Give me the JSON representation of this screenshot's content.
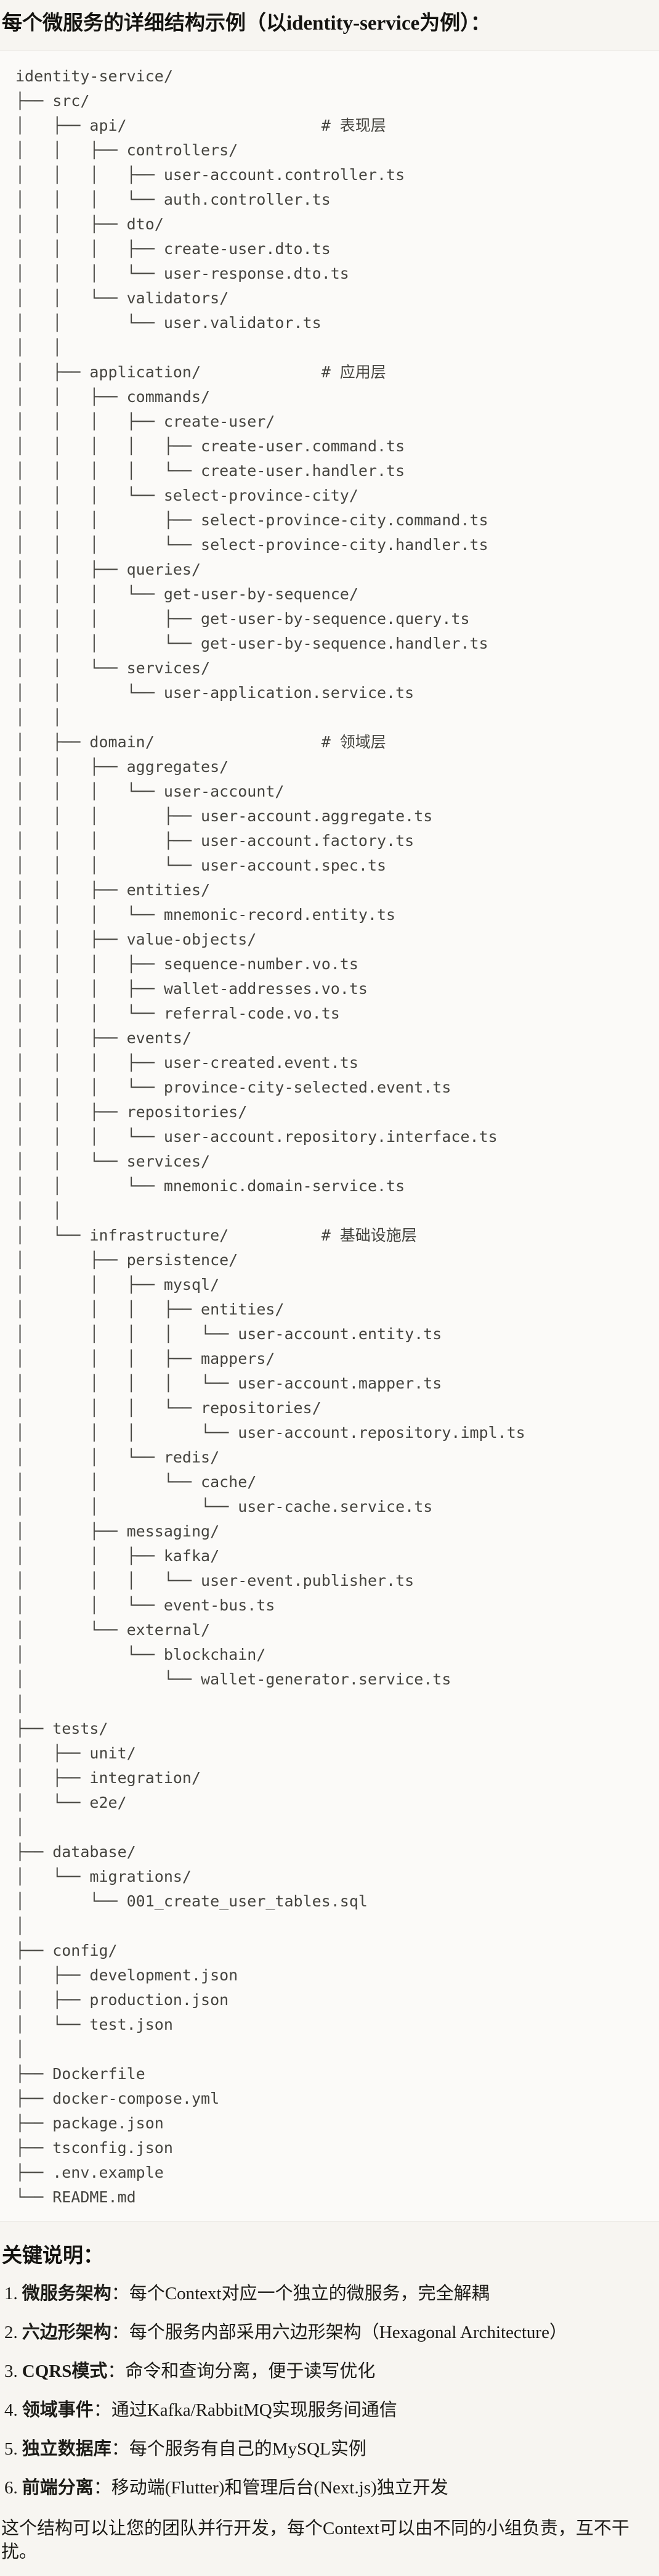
{
  "page": {
    "title": "每个微服务的详细结构示例（以identity-service为例）：",
    "keynotes_heading": "关键说明：",
    "closing_note": "这个结构可以让您的团队并行开发，每个Context可以由不同的小组负责，互不干扰。"
  },
  "colors": {
    "page_bg": "#f7f5f1",
    "code_bg": "#fbfaf8",
    "code_border": "#e5e3df",
    "code_text": "#45443f",
    "body_text": "#1c1b17"
  },
  "code_block": {
    "content_type": "directory-tree",
    "tree_lines": [
      "identity-service/",
      "├── src/",
      "│   ├── api/                     # 表现层",
      "│   │   ├── controllers/",
      "│   │   │   ├── user-account.controller.ts",
      "│   │   │   └── auth.controller.ts",
      "│   │   ├── dto/",
      "│   │   │   ├── create-user.dto.ts",
      "│   │   │   └── user-response.dto.ts",
      "│   │   └── validators/",
      "│   │       └── user.validator.ts",
      "│   │",
      "│   ├── application/             # 应用层",
      "│   │   ├── commands/",
      "│   │   │   ├── create-user/",
      "│   │   │   │   ├── create-user.command.ts",
      "│   │   │   │   └── create-user.handler.ts",
      "│   │   │   └── select-province-city/",
      "│   │   │       ├── select-province-city.command.ts",
      "│   │   │       └── select-province-city.handler.ts",
      "│   │   ├── queries/",
      "│   │   │   └── get-user-by-sequence/",
      "│   │   │       ├── get-user-by-sequence.query.ts",
      "│   │   │       └── get-user-by-sequence.handler.ts",
      "│   │   └── services/",
      "│   │       └── user-application.service.ts",
      "│   │",
      "│   ├── domain/                  # 领域层",
      "│   │   ├── aggregates/",
      "│   │   │   └── user-account/",
      "│   │   │       ├── user-account.aggregate.ts",
      "│   │   │       ├── user-account.factory.ts",
      "│   │   │       └── user-account.spec.ts",
      "│   │   ├── entities/",
      "│   │   │   └── mnemonic-record.entity.ts",
      "│   │   ├── value-objects/",
      "│   │   │   ├── sequence-number.vo.ts",
      "│   │   │   ├── wallet-addresses.vo.ts",
      "│   │   │   └── referral-code.vo.ts",
      "│   │   ├── events/",
      "│   │   │   ├── user-created.event.ts",
      "│   │   │   └── province-city-selected.event.ts",
      "│   │   ├── repositories/",
      "│   │   │   └── user-account.repository.interface.ts",
      "│   │   └── services/",
      "│   │       └── mnemonic.domain-service.ts",
      "│   │",
      "│   └── infrastructure/          # 基础设施层",
      "│       ├── persistence/",
      "│       │   ├── mysql/",
      "│       │   │   ├── entities/",
      "│       │   │   │   └── user-account.entity.ts",
      "│       │   │   ├── mappers/",
      "│       │   │   │   └── user-account.mapper.ts",
      "│       │   │   └── repositories/",
      "│       │   │       └── user-account.repository.impl.ts",
      "│       │   └── redis/",
      "│       │       └── cache/",
      "│       │           └── user-cache.service.ts",
      "│       ├── messaging/",
      "│       │   ├── kafka/",
      "│       │   │   └── user-event.publisher.ts",
      "│       │   └── event-bus.ts",
      "│       └── external/",
      "│           └── blockchain/",
      "│               └── wallet-generator.service.ts",
      "│",
      "├── tests/",
      "│   ├── unit/",
      "│   ├── integration/",
      "│   └── e2e/",
      "│",
      "├── database/",
      "│   └── migrations/",
      "│       └── 001_create_user_tables.sql",
      "│",
      "├── config/",
      "│   ├── development.json",
      "│   ├── production.json",
      "│   └── test.json",
      "│",
      "├── Dockerfile",
      "├── docker-compose.yml",
      "├── package.json",
      "├── tsconfig.json",
      "├── .env.example",
      "└── README.md"
    ]
  },
  "keynotes": {
    "items": [
      {
        "num": "1.",
        "label": "微服务架构",
        "text": "：每个Context对应一个独立的微服务，完全解耦"
      },
      {
        "num": "2.",
        "label": "六边形架构",
        "text": "：每个服务内部采用六边形架构（Hexagonal Architecture）"
      },
      {
        "num": "3.",
        "label": "CQRS模式",
        "text": "：命令和查询分离，便于读写优化"
      },
      {
        "num": "4.",
        "label": "领域事件",
        "text": "：通过Kafka/RabbitMQ实现服务间通信"
      },
      {
        "num": "5.",
        "label": "独立数据库",
        "text": "：每个服务有自己的MySQL实例"
      },
      {
        "num": "6.",
        "label": "前端分离",
        "text": "：移动端(Flutter)和管理后台(Next.js)独立开发"
      }
    ]
  }
}
